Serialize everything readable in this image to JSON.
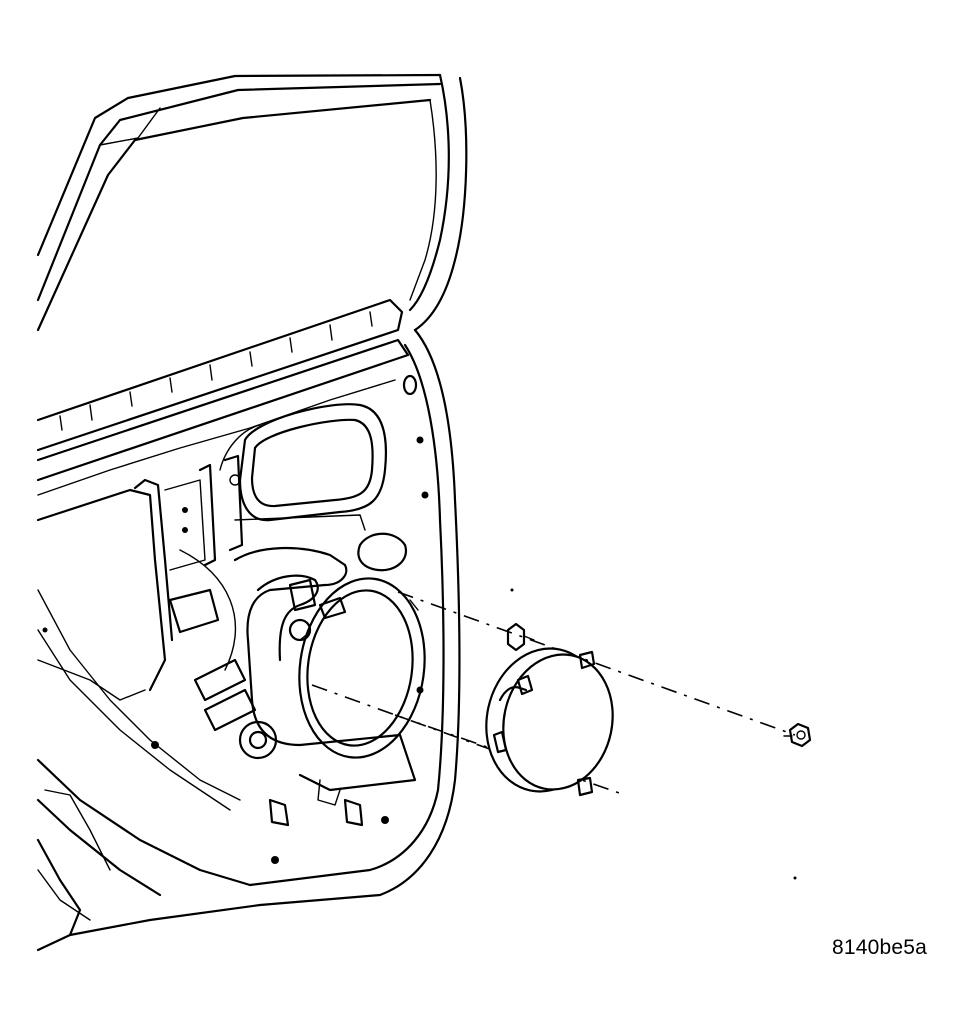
{
  "figure": {
    "id": "8140be5a"
  },
  "colors": {
    "line": "#000000",
    "background": "#ffffff"
  },
  "parts": [
    {
      "name": "rear-door-inner-panel"
    },
    {
      "name": "speaker-opening"
    },
    {
      "name": "speaker"
    },
    {
      "name": "push-pin-retainer"
    },
    {
      "name": "screw"
    }
  ]
}
